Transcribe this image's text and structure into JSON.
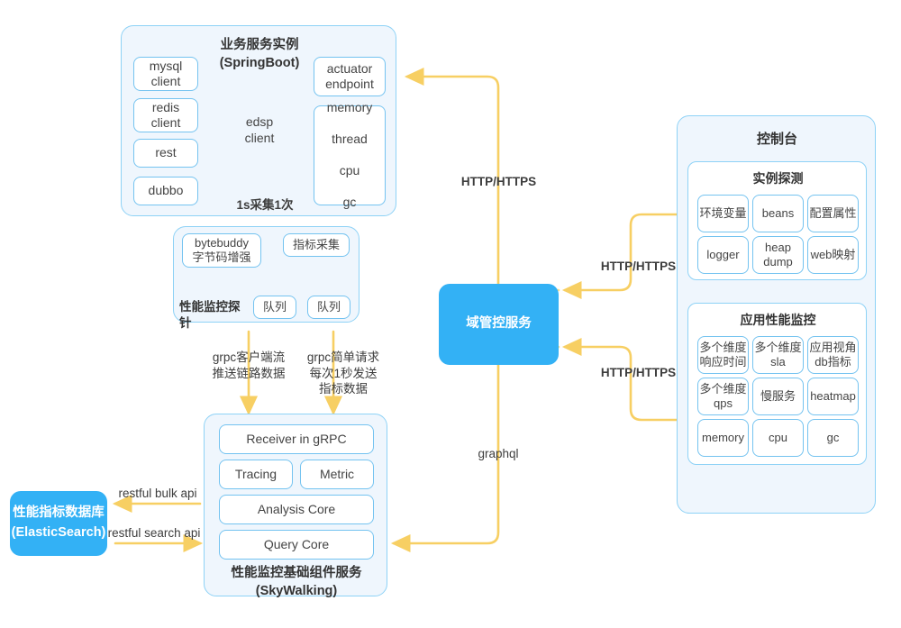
{
  "diagram": {
    "title": "APM architecture diagram",
    "accent_blue": "#33b1f5",
    "panel_border": "#8ed2f6",
    "panel_fill": "#eff6fd",
    "connector_yellow": "#f7cf63"
  },
  "springboot_panel": {
    "title_line1": "业务服务实例",
    "title_line2": "(SpringBoot)",
    "left_clients": [
      {
        "label": "mysql\nclient"
      },
      {
        "label": "redis\nclient"
      },
      {
        "label": "rest"
      },
      {
        "label": "dubbo"
      }
    ],
    "center_client": "edsp\nclient",
    "sample_note": "1s采集1次",
    "right_boxes": [
      {
        "label": "actuator\nendpoint"
      },
      {
        "label": "memory\n\nthread\n\ncpu\n\ngc"
      }
    ]
  },
  "probe_panel": {
    "title": "性能监控探针",
    "bytebuddy": "bytebuddy\n字节码增强",
    "metric_collect": "指标采集",
    "queue_left": "队列",
    "queue_right": "队列"
  },
  "skywalking_panel": {
    "title_line1": "性能监控基础组件服务",
    "title_line2": "(SkyWalking)",
    "receiver": "Receiver in gRPC",
    "tracing": "Tracing",
    "metric": "Metric",
    "analysis_core": "Analysis Core",
    "query_core": "Query Core"
  },
  "elasticsearch": {
    "line1": "性能指标数据库",
    "line2": "(ElasticSearch)"
  },
  "domain_service": {
    "label": "域管控服务"
  },
  "console_panel": {
    "title": "控制台",
    "instance_probe": {
      "title": "实例探测",
      "items": [
        {
          "label": "环境变量"
        },
        {
          "label": "beans"
        },
        {
          "label": "配置属性"
        },
        {
          "label": "logger"
        },
        {
          "label": "heap\ndump"
        },
        {
          "label": "web映射"
        }
      ]
    },
    "apm": {
      "title": "应用性能监控",
      "items": [
        {
          "label": "多个维度\n响应时间"
        },
        {
          "label": "多个维度\nsla"
        },
        {
          "label": "应用视角\ndb指标"
        },
        {
          "label": "多个维度\nqps"
        },
        {
          "label": "慢服务"
        },
        {
          "label": "heatmap"
        },
        {
          "label": "memory"
        },
        {
          "label": "cpu"
        },
        {
          "label": "gc"
        }
      ]
    }
  },
  "connectors": {
    "http_top": "HTTP/HTTPS",
    "http_console_upper": "HTTP/HTTPS",
    "http_console_lower": "HTTP/HTTPS",
    "graphql": "graphql",
    "grpc_stream": "grpc客户端流\n推送链路数据",
    "grpc_simple": "grpc简单请求\n每次1秒发送\n指标数据",
    "restful_bulk": "restful bulk api",
    "restful_search": "restful search api"
  }
}
